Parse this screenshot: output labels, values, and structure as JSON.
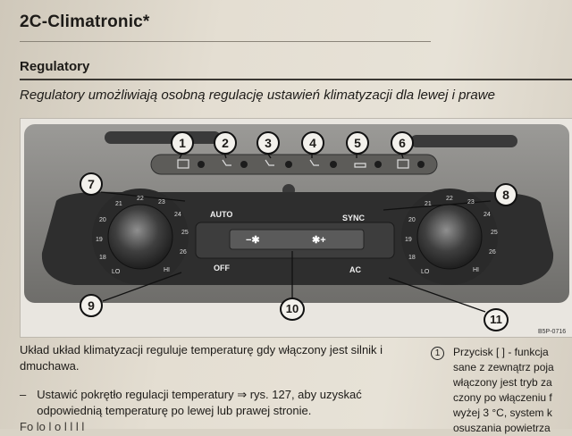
{
  "heading": {
    "title": "2C-Climatronic*",
    "section": "Regulatory"
  },
  "intro": "Regulatory umożliwiają osobną regulację ustawień klimatyzacji dla lewej i prawe",
  "figure": {
    "callouts": [
      "1",
      "2",
      "3",
      "4",
      "5",
      "6",
      "7",
      "8",
      "9",
      "10",
      "11"
    ],
    "buttons": {
      "auto": "AUTO",
      "sync": "SYNC",
      "off": "OFF",
      "ac": "AC",
      "fan_minus": "−✱",
      "fan_plus": "✱+"
    },
    "left_dial_scale": [
      "LO",
      "18",
      "19",
      "20",
      "21",
      "22",
      "23",
      "24",
      "25",
      "26",
      "HI"
    ],
    "right_dial_scale": [
      "LO",
      "18",
      "19",
      "20",
      "21",
      "22",
      "23",
      "24",
      "25",
      "26",
      "HI"
    ],
    "code": "B5P-0716"
  },
  "body": {
    "para": "Układ układ klimatyzacji reguluje temperaturę gdy włączony jest silnik i dmuchawa.",
    "bullet": "Ustawić pokrętło regulacji temperatury ⇒ rys. 127, aby uzyskać odpowiednią temperaturę po lewej lub prawej stronie.",
    "cut_line": "Fo lo l    o l  l  l   l"
  },
  "side": {
    "num": "1",
    "lines": [
      "Przycisk [ ] - funkcja",
      "sane z zewnątrz poja",
      "włączony jest tryb za",
      "czony po włączeniu f",
      "wyżej 3 °C, system k",
      "osuszania powietrza"
    ]
  },
  "colors": {
    "panel": "#4a4a4a",
    "led": "#1c1c1c",
    "callout_ring": "#111111"
  }
}
